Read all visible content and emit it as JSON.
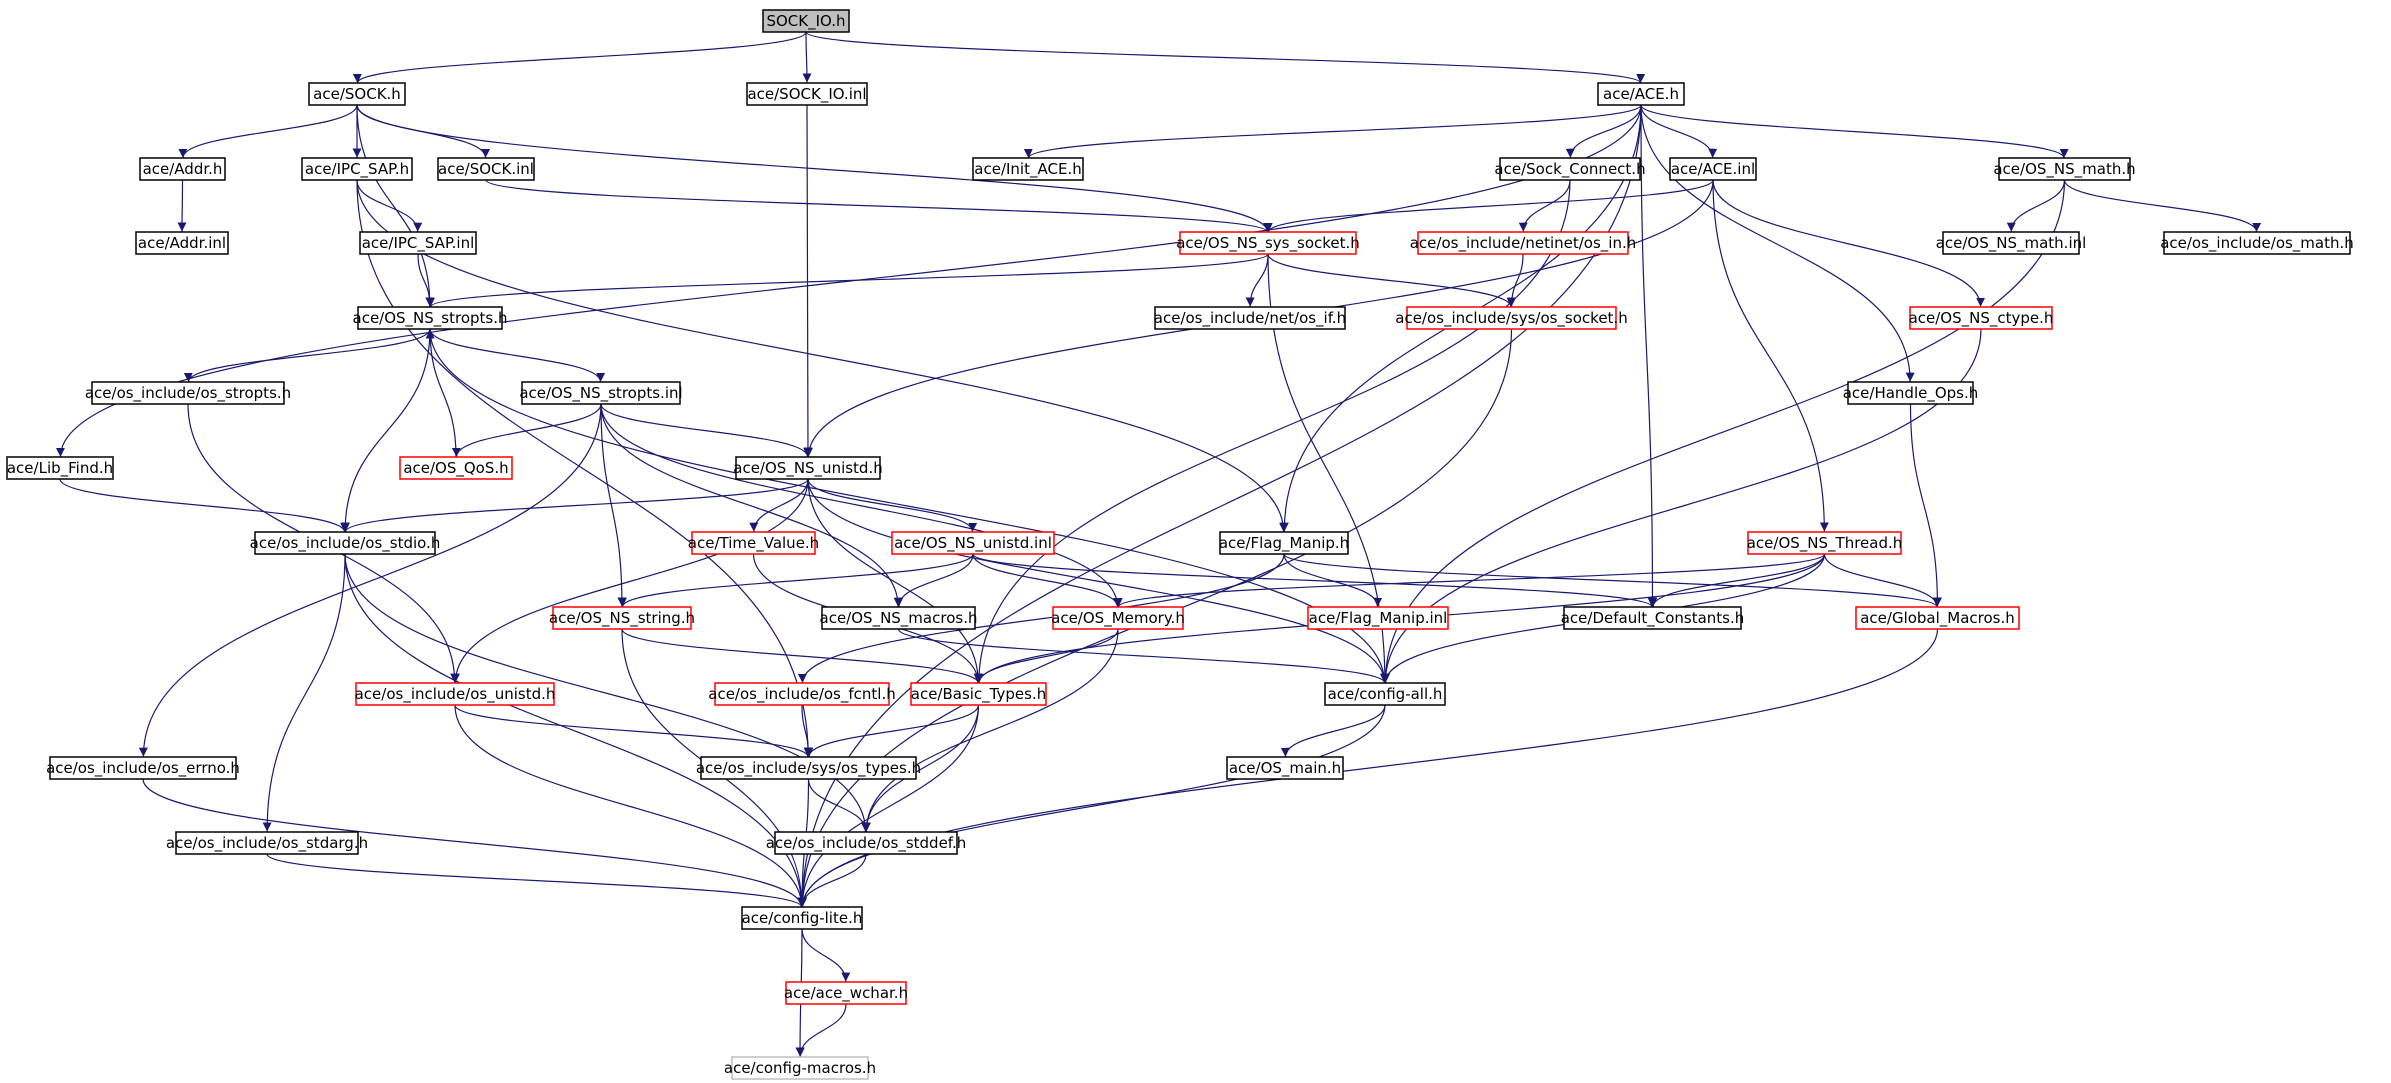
{
  "graph": {
    "title": "SOCK_IO.h",
    "colors": {
      "edge": "#191970",
      "normal_border": "#000000",
      "truncated_border": "#ff0000",
      "root_fill": "#bfbfbf",
      "root_border": "#000000",
      "undocumented_border": "#bfbfbf"
    },
    "nodes": [
      {
        "id": "sock_io_h",
        "label": "SOCK_IO.h",
        "style": "root"
      },
      {
        "id": "sock_h",
        "label": "ace/SOCK.h",
        "style": "normal"
      },
      {
        "id": "sock_io_inl",
        "label": "ace/SOCK_IO.inl",
        "style": "normal"
      },
      {
        "id": "ace_h",
        "label": "ace/ACE.h",
        "style": "normal"
      },
      {
        "id": "addr_h",
        "label": "ace/Addr.h",
        "style": "normal"
      },
      {
        "id": "ipc_sap_h",
        "label": "ace/IPC_SAP.h",
        "style": "normal"
      },
      {
        "id": "sock_inl",
        "label": "ace/SOCK.inl",
        "style": "normal"
      },
      {
        "id": "init_ace_h",
        "label": "ace/Init_ACE.h",
        "style": "normal"
      },
      {
        "id": "sock_connect_h",
        "label": "ace/Sock_Connect.h",
        "style": "normal"
      },
      {
        "id": "ace_inl",
        "label": "ace/ACE.inl",
        "style": "normal"
      },
      {
        "id": "os_ns_math_h",
        "label": "ace/OS_NS_math.h",
        "style": "normal"
      },
      {
        "id": "addr_inl",
        "label": "ace/Addr.inl",
        "style": "normal"
      },
      {
        "id": "ipc_sap_inl",
        "label": "ace/IPC_SAP.inl",
        "style": "normal"
      },
      {
        "id": "os_ns_sys_socket_h",
        "label": "ace/OS_NS_sys_socket.h",
        "style": "truncated"
      },
      {
        "id": "netinet_os_in_h",
        "label": "ace/os_include/netinet/os_in.h",
        "style": "truncated"
      },
      {
        "id": "os_ns_math_inl",
        "label": "ace/OS_NS_math.inl",
        "style": "normal"
      },
      {
        "id": "os_math_h",
        "label": "ace/os_include/os_math.h",
        "style": "normal"
      },
      {
        "id": "os_ns_stropts_h",
        "label": "ace/OS_NS_stropts.h",
        "style": "normal"
      },
      {
        "id": "net_os_if_h",
        "label": "ace/os_include/net/os_if.h",
        "style": "normal"
      },
      {
        "id": "sys_os_socket_h",
        "label": "ace/os_include/sys/os_socket.h",
        "style": "truncated"
      },
      {
        "id": "os_ns_ctype_h",
        "label": "ace/OS_NS_ctype.h",
        "style": "truncated"
      },
      {
        "id": "os_stropts_h",
        "label": "ace/os_include/os_stropts.h",
        "style": "normal"
      },
      {
        "id": "os_ns_stropts_inl",
        "label": "ace/OS_NS_stropts.inl",
        "style": "normal"
      },
      {
        "id": "handle_ops_h",
        "label": "ace/Handle_Ops.h",
        "style": "normal"
      },
      {
        "id": "lib_find_h",
        "label": "ace/Lib_Find.h",
        "style": "normal"
      },
      {
        "id": "os_qos_h",
        "label": "ace/OS_QoS.h",
        "style": "truncated"
      },
      {
        "id": "os_ns_unistd_h",
        "label": "ace/OS_NS_unistd.h",
        "style": "normal"
      },
      {
        "id": "os_stdio_h",
        "label": "ace/os_include/os_stdio.h",
        "style": "normal"
      },
      {
        "id": "time_value_h",
        "label": "ace/Time_Value.h",
        "style": "truncated"
      },
      {
        "id": "os_ns_unistd_inl",
        "label": "ace/OS_NS_unistd.inl",
        "style": "truncated"
      },
      {
        "id": "flag_manip_h",
        "label": "ace/Flag_Manip.h",
        "style": "normal"
      },
      {
        "id": "os_ns_thread_h",
        "label": "ace/OS_NS_Thread.h",
        "style": "truncated"
      },
      {
        "id": "os_ns_string_h",
        "label": "ace/OS_NS_string.h",
        "style": "truncated"
      },
      {
        "id": "os_ns_macros_h",
        "label": "ace/OS_NS_macros.h",
        "style": "normal"
      },
      {
        "id": "os_memory_h",
        "label": "ace/OS_Memory.h",
        "style": "truncated"
      },
      {
        "id": "flag_manip_inl",
        "label": "ace/Flag_Manip.inl",
        "style": "truncated"
      },
      {
        "id": "default_constants_h",
        "label": "ace/Default_Constants.h",
        "style": "normal"
      },
      {
        "id": "global_macros_h",
        "label": "ace/Global_Macros.h",
        "style": "truncated"
      },
      {
        "id": "os_unistd_h",
        "label": "ace/os_include/os_unistd.h",
        "style": "truncated"
      },
      {
        "id": "os_fcntl_h",
        "label": "ace/os_include/os_fcntl.h",
        "style": "truncated"
      },
      {
        "id": "basic_types_h",
        "label": "ace/Basic_Types.h",
        "style": "truncated"
      },
      {
        "id": "config_all_h",
        "label": "ace/config-all.h",
        "style": "normal"
      },
      {
        "id": "os_errno_h",
        "label": "ace/os_include/os_errno.h",
        "style": "normal"
      },
      {
        "id": "sys_os_types_h",
        "label": "ace/os_include/sys/os_types.h",
        "style": "normal"
      },
      {
        "id": "os_main_h",
        "label": "ace/OS_main.h",
        "style": "normal"
      },
      {
        "id": "os_stdarg_h",
        "label": "ace/os_include/os_stdarg.h",
        "style": "normal"
      },
      {
        "id": "os_stddef_h",
        "label": "ace/os_include/os_stddef.h",
        "style": "normal"
      },
      {
        "id": "config_lite_h",
        "label": "ace/config-lite.h",
        "style": "normal"
      },
      {
        "id": "ace_wchar_h",
        "label": "ace/ace_wchar.h",
        "style": "truncated"
      },
      {
        "id": "config_macros_h",
        "label": "ace/config-macros.h",
        "style": "undocumented"
      }
    ],
    "edges": [
      [
        "sock_io_h",
        "sock_h"
      ],
      [
        "sock_io_h",
        "sock_io_inl"
      ],
      [
        "sock_io_h",
        "ace_h"
      ],
      [
        "sock_h",
        "addr_h"
      ],
      [
        "sock_h",
        "ipc_sap_h"
      ],
      [
        "sock_h",
        "sock_inl"
      ],
      [
        "sock_h",
        "os_ns_stropts_h"
      ],
      [
        "sock_h",
        "os_ns_sys_socket_h"
      ],
      [
        "addr_h",
        "addr_inl"
      ],
      [
        "ipc_sap_h",
        "ipc_sap_inl"
      ],
      [
        "ipc_sap_h",
        "flag_manip_h"
      ],
      [
        "ipc_sap_h",
        "sys_os_types_h"
      ],
      [
        "ipc_sap_inl",
        "os_ns_stropts_h"
      ],
      [
        "sock_inl",
        "os_ns_sys_socket_h"
      ],
      [
        "sock_io_inl",
        "os_ns_unistd_h"
      ],
      [
        "ace_h",
        "lib_find_h"
      ],
      [
        "ace_h",
        "init_ace_h"
      ],
      [
        "ace_h",
        "sock_connect_h"
      ],
      [
        "ace_h",
        "ace_inl"
      ],
      [
        "ace_h",
        "os_ns_math_h"
      ],
      [
        "ace_h",
        "flag_manip_h"
      ],
      [
        "ace_h",
        "handle_ops_h"
      ],
      [
        "ace_h",
        "default_constants_h"
      ],
      [
        "ace_h",
        "config_lite_h"
      ],
      [
        "ace_inl",
        "os_ns_sys_socket_h"
      ],
      [
        "ace_inl",
        "os_ns_ctype_h"
      ],
      [
        "ace_inl",
        "os_ns_thread_h"
      ],
      [
        "ace_inl",
        "os_ns_unistd_h"
      ],
      [
        "sock_connect_h",
        "netinet_os_in_h"
      ],
      [
        "sock_connect_h",
        "basic_types_h"
      ],
      [
        "os_ns_math_h",
        "os_ns_math_inl"
      ],
      [
        "os_ns_math_h",
        "os_math_h"
      ],
      [
        "os_ns_math_h",
        "config_all_h"
      ],
      [
        "os_ns_sys_socket_h",
        "os_ns_stropts_h"
      ],
      [
        "os_ns_sys_socket_h",
        "net_os_if_h"
      ],
      [
        "os_ns_sys_socket_h",
        "sys_os_socket_h"
      ],
      [
        "os_ns_sys_socket_h",
        "config_all_h"
      ],
      [
        "netinet_os_in_h",
        "sys_os_socket_h"
      ],
      [
        "sys_os_socket_h",
        "config_lite_h"
      ],
      [
        "os_ns_ctype_h",
        "config_all_h"
      ],
      [
        "os_ns_stropts_h",
        "os_stropts_h"
      ],
      [
        "os_ns_stropts_h",
        "os_ns_stropts_inl"
      ],
      [
        "os_ns_stropts_h",
        "os_stdio_h"
      ],
      [
        "os_ns_stropts_h",
        "config_all_h"
      ],
      [
        "os_stropts_h",
        "os_unistd_h"
      ],
      [
        "os_ns_stropts_inl",
        "os_qos_h"
      ],
      [
        "os_ns_stropts_inl",
        "os_ns_unistd_h"
      ],
      [
        "os_ns_stropts_inl",
        "os_ns_string_h"
      ],
      [
        "os_ns_stropts_inl",
        "os_ns_macros_h"
      ],
      [
        "os_ns_stropts_inl",
        "os_memory_h"
      ],
      [
        "os_ns_stropts_inl",
        "os_errno_h"
      ],
      [
        "os_qos_h",
        "os_ns_stropts_h"
      ],
      [
        "lib_find_h",
        "os_stdio_h"
      ],
      [
        "os_ns_unistd_h",
        "os_stdio_h"
      ],
      [
        "os_ns_unistd_h",
        "time_value_h"
      ],
      [
        "os_ns_unistd_h",
        "os_ns_unistd_inl"
      ],
      [
        "os_ns_unistd_h",
        "os_unistd_h"
      ],
      [
        "os_ns_unistd_h",
        "basic_types_h"
      ],
      [
        "os_ns_unistd_h",
        "config_all_h"
      ],
      [
        "os_ns_unistd_inl",
        "os_ns_string_h"
      ],
      [
        "os_ns_unistd_inl",
        "os_ns_macros_h"
      ],
      [
        "os_ns_unistd_inl",
        "os_memory_h"
      ],
      [
        "os_ns_unistd_inl",
        "default_constants_h"
      ],
      [
        "time_value_h",
        "basic_types_h"
      ],
      [
        "os_stdio_h",
        "config_lite_h"
      ],
      [
        "os_stdio_h",
        "os_stdarg_h"
      ],
      [
        "os_stdio_h",
        "os_stddef_h"
      ],
      [
        "flag_manip_h",
        "flag_manip_inl"
      ],
      [
        "flag_manip_h",
        "global_macros_h"
      ],
      [
        "flag_manip_h",
        "os_fcntl_h"
      ],
      [
        "handle_ops_h",
        "global_macros_h"
      ],
      [
        "os_ns_thread_h",
        "os_memory_h"
      ],
      [
        "os_ns_thread_h",
        "default_constants_h"
      ],
      [
        "os_ns_thread_h",
        "global_macros_h"
      ],
      [
        "os_ns_thread_h",
        "config_all_h"
      ],
      [
        "os_ns_thread_h",
        "basic_types_h"
      ],
      [
        "os_ns_string_h",
        "basic_types_h"
      ],
      [
        "os_ns_string_h",
        "config_lite_h"
      ],
      [
        "os_ns_macros_h",
        "config_all_h"
      ],
      [
        "os_memory_h",
        "basic_types_h"
      ],
      [
        "os_memory_h",
        "os_stddef_h"
      ],
      [
        "global_macros_h",
        "config_lite_h"
      ],
      [
        "os_unistd_h",
        "sys_os_types_h"
      ],
      [
        "os_unistd_h",
        "config_lite_h"
      ],
      [
        "os_fcntl_h",
        "sys_os_types_h"
      ],
      [
        "basic_types_h",
        "sys_os_types_h"
      ],
      [
        "basic_types_h",
        "os_stddef_h"
      ],
      [
        "basic_types_h",
        "config_lite_h"
      ],
      [
        "config_all_h",
        "os_main_h"
      ],
      [
        "config_all_h",
        "config_lite_h"
      ],
      [
        "os_errno_h",
        "config_lite_h"
      ],
      [
        "sys_os_types_h",
        "os_stddef_h"
      ],
      [
        "sys_os_types_h",
        "config_lite_h"
      ],
      [
        "os_stdarg_h",
        "config_lite_h"
      ],
      [
        "os_stddef_h",
        "config_lite_h"
      ],
      [
        "config_lite_h",
        "ace_wchar_h"
      ],
      [
        "config_lite_h",
        "config_macros_h"
      ],
      [
        "ace_wchar_h",
        "config_macros_h"
      ]
    ]
  }
}
